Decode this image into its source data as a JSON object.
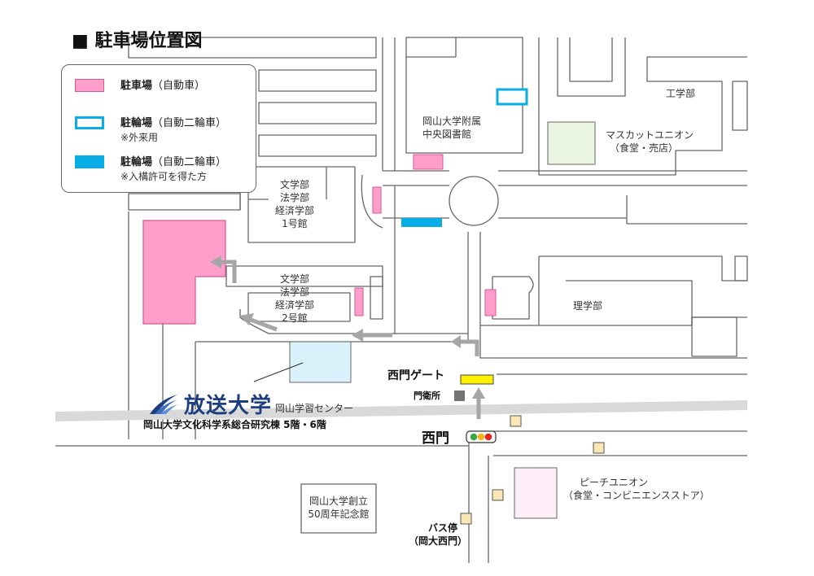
{
  "title": "■ 駐車場位置図",
  "colors": {
    "parking": "#ff9ecb",
    "parking_border": "#d45a92",
    "bike_blue": "#0aaee6",
    "road": "#666666",
    "sidewalk_band": "#d9d9d9",
    "hoso_building": "#d8f1fb",
    "union_muscat": "#eaf5e2",
    "union_peach": "#fdeef7",
    "gate_yellow": "#fff000",
    "arrow_gray": "#a6a6a6",
    "bus_stop": "#fbe7b5",
    "guard_house": "#737373",
    "logo_blue": "#1e3f7f"
  },
  "legend": {
    "items": [
      {
        "name": "駐車場",
        "sub": "（自動車）",
        "note": "",
        "swatch": "parking"
      },
      {
        "name": "駐輪場",
        "sub": "（自動二輪車）",
        "note": "※外来用",
        "swatch": "bike-outline"
      },
      {
        "name": "駐輪場",
        "sub": "（自動二輪車）",
        "note": "※入構許可を得た方",
        "swatch": "bike-filled"
      }
    ]
  },
  "labels": {
    "engineering": "工学部",
    "library_l1": "岡山大学附属",
    "library_l2": "中央図書館",
    "muscat_l1": "マスカットユニオン",
    "muscat_l2": "（食堂・売店）",
    "bldg1_l1": "文学部",
    "bldg1_l2": "法学部",
    "bldg1_l3": "経済学部",
    "bldg1_l4": "1号館",
    "bldg2_l1": "文学部",
    "bldg2_l2": "法学部",
    "bldg2_l3": "経済学部",
    "bldg2_l4": "2号館",
    "science": "理学部",
    "west_gate": "西門ゲート",
    "guard_house": "門衛所",
    "west_gate_main": "西門",
    "hoso_name": "放送大学",
    "hoso_sub": "岡山学習センター",
    "hoso_address": "岡山大学文化科学系総合研究棟 5階・6階",
    "peach_l1": "ピーチユニオン",
    "peach_l2": "（食堂・コンビニエンスストア）",
    "memorial_l1": "岡山大学創立",
    "memorial_l2": "50周年記念館",
    "bus_l1": "バス停",
    "bus_l2": "（岡大西門）"
  },
  "icons": {
    "hoso_logo": "hoso-wing-logo",
    "traffic_light": "traffic-light-icon",
    "arrow": "route-arrow"
  }
}
